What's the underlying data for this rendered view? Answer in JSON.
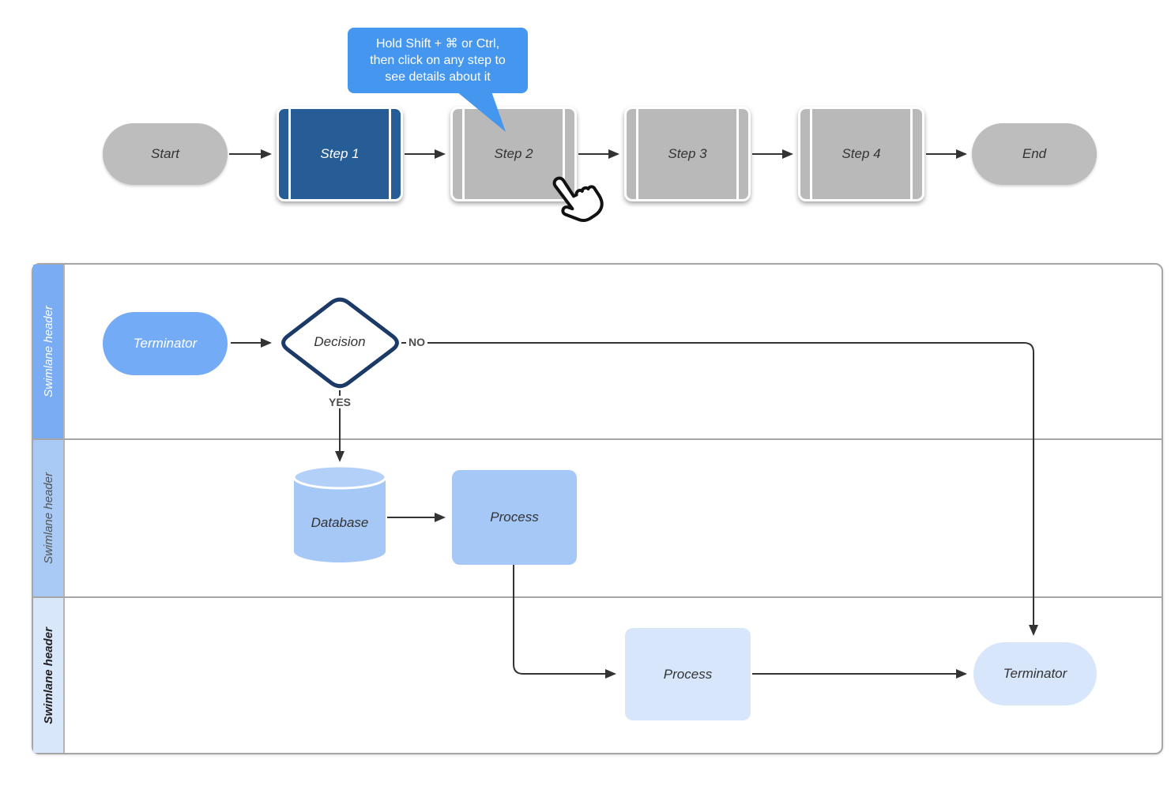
{
  "tooltip": {
    "lines": [
      "Hold Shift + ⌘ or Ctrl,",
      "then click on any step to",
      "see details about it"
    ]
  },
  "top_flow": {
    "start_label": "Start",
    "steps": [
      {
        "label": "Step 1",
        "state": "active"
      },
      {
        "label": "Step 2",
        "state": "inactive"
      },
      {
        "label": "Step 3",
        "state": "inactive"
      },
      {
        "label": "Step 4",
        "state": "inactive"
      }
    ],
    "end_label": "End"
  },
  "swimlanes": {
    "lanes": [
      {
        "header": "Swimlane header"
      },
      {
        "header": "Swimlane header"
      },
      {
        "header": "Swimlane header"
      }
    ]
  },
  "lane1": {
    "terminator": "Terminator",
    "decision": "Decision",
    "no_label": "NO",
    "yes_label": "YES"
  },
  "lane2": {
    "database": "Database",
    "process": "Process"
  },
  "lane3": {
    "process": "Process",
    "terminator": "Terminator"
  },
  "icons": {
    "cursor": "hand-pointer-icon"
  },
  "colors": {
    "step_active": "#275D97",
    "step_inactive": "#B9B9B9",
    "pill_gray": "#BDBDBD",
    "tooltip_blue": "#4596EE",
    "lane1_header": "#79ACF3",
    "lane2_header": "#A9CAF4",
    "lane3_header": "#D9E7FB",
    "lane1_shape": "#74ABF7",
    "lane2_shape": "#A5C8F7",
    "lane3_shape": "#D8E6FB",
    "decision_border": "#1B3A67",
    "lane_border": "#A6A6A6",
    "connector": "#333333"
  }
}
